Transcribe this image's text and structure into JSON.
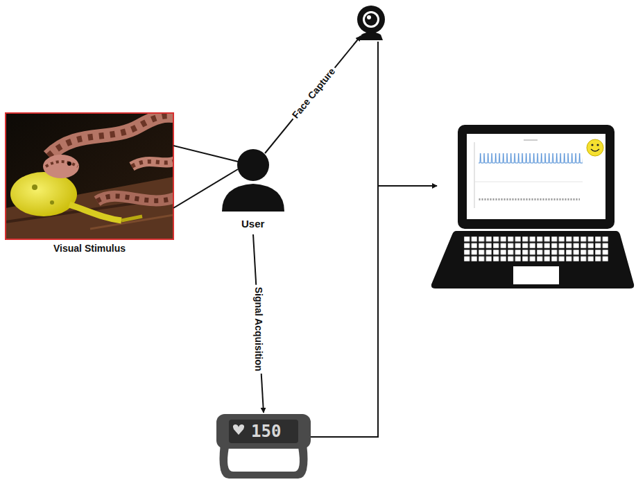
{
  "diagram": {
    "nodes": [
      {
        "text": [
          "Visual Stimulus"
        ]
      },
      {
        "text": [
          "User"
        ]
      },
      {
        "text": [
          "150"
        ]
      }
    ],
    "edges": [
      {
        "from": 0,
        "to": 1,
        "arrow": "none"
      },
      {
        "from": 0,
        "to": 1,
        "arrow": "none"
      },
      {
        "from": 1,
        "to": 2,
        "label": "Signal Acquisition",
        "arrow": "to"
      }
    ],
    "labels": [
      "Face Capture"
    ]
  }
}
